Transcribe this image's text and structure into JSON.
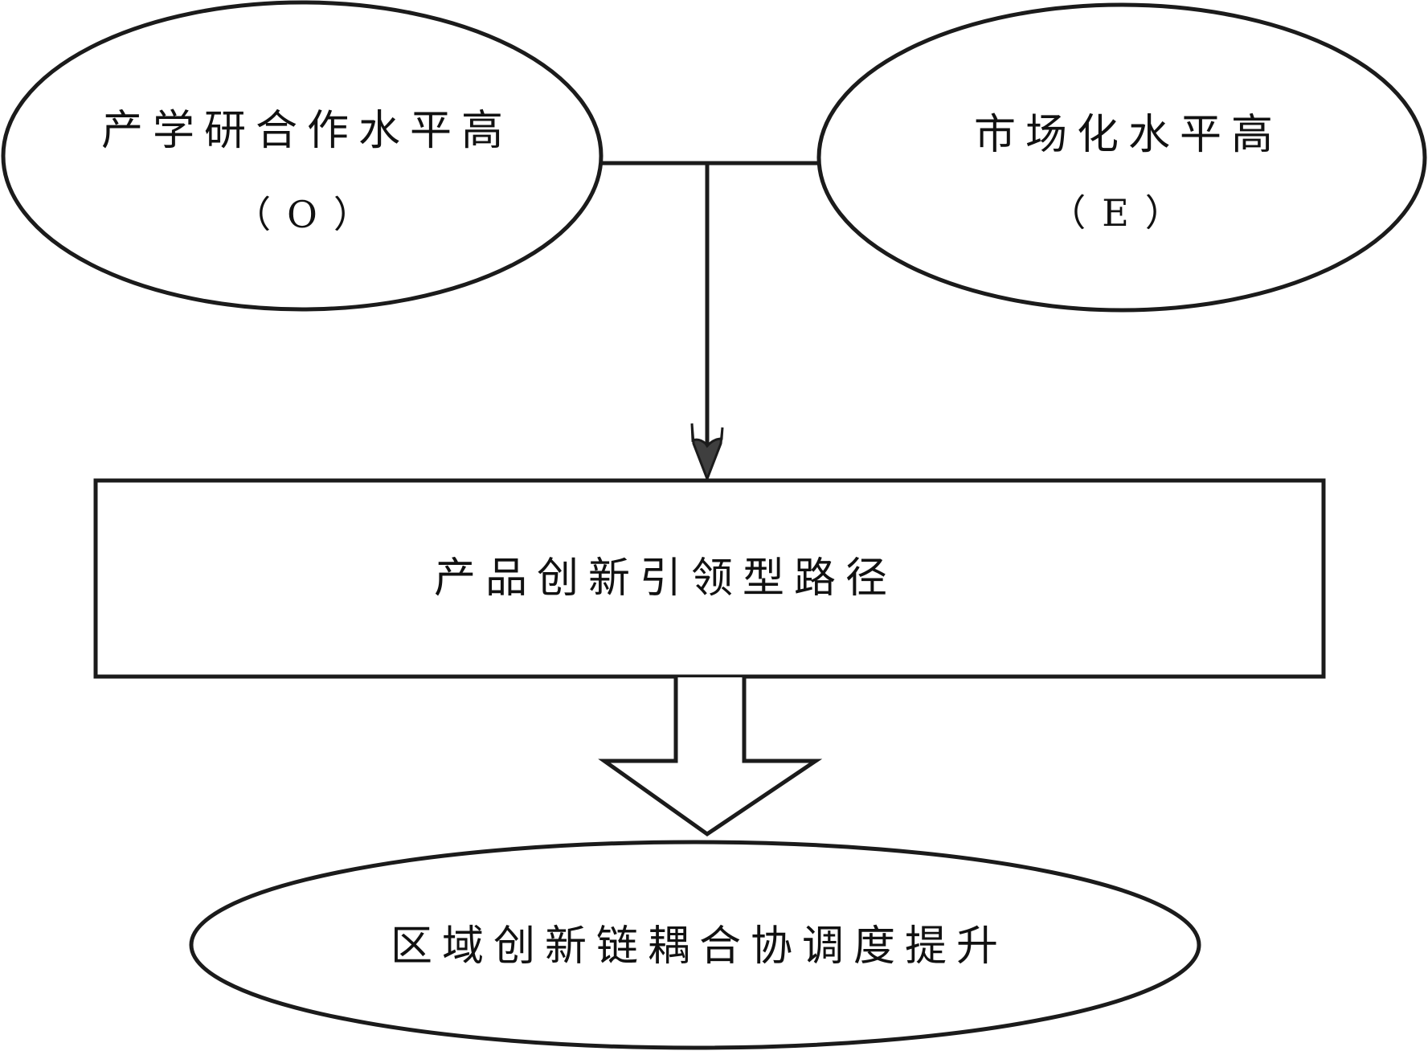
{
  "diagram": {
    "inputs": [
      {
        "id": "O",
        "title": "产学研合作水平高",
        "code": "（O）"
      },
      {
        "id": "E",
        "title": "市场化水平高",
        "code": "（E）"
      }
    ],
    "path": {
      "title": "产品创新引领型路径"
    },
    "outcome": {
      "title": "区域创新链耦合协调度提升"
    },
    "colors": {
      "stroke": "#1b1b1b",
      "arrowhead_fill": "#3f3f3f",
      "background": "#ffffff"
    }
  }
}
